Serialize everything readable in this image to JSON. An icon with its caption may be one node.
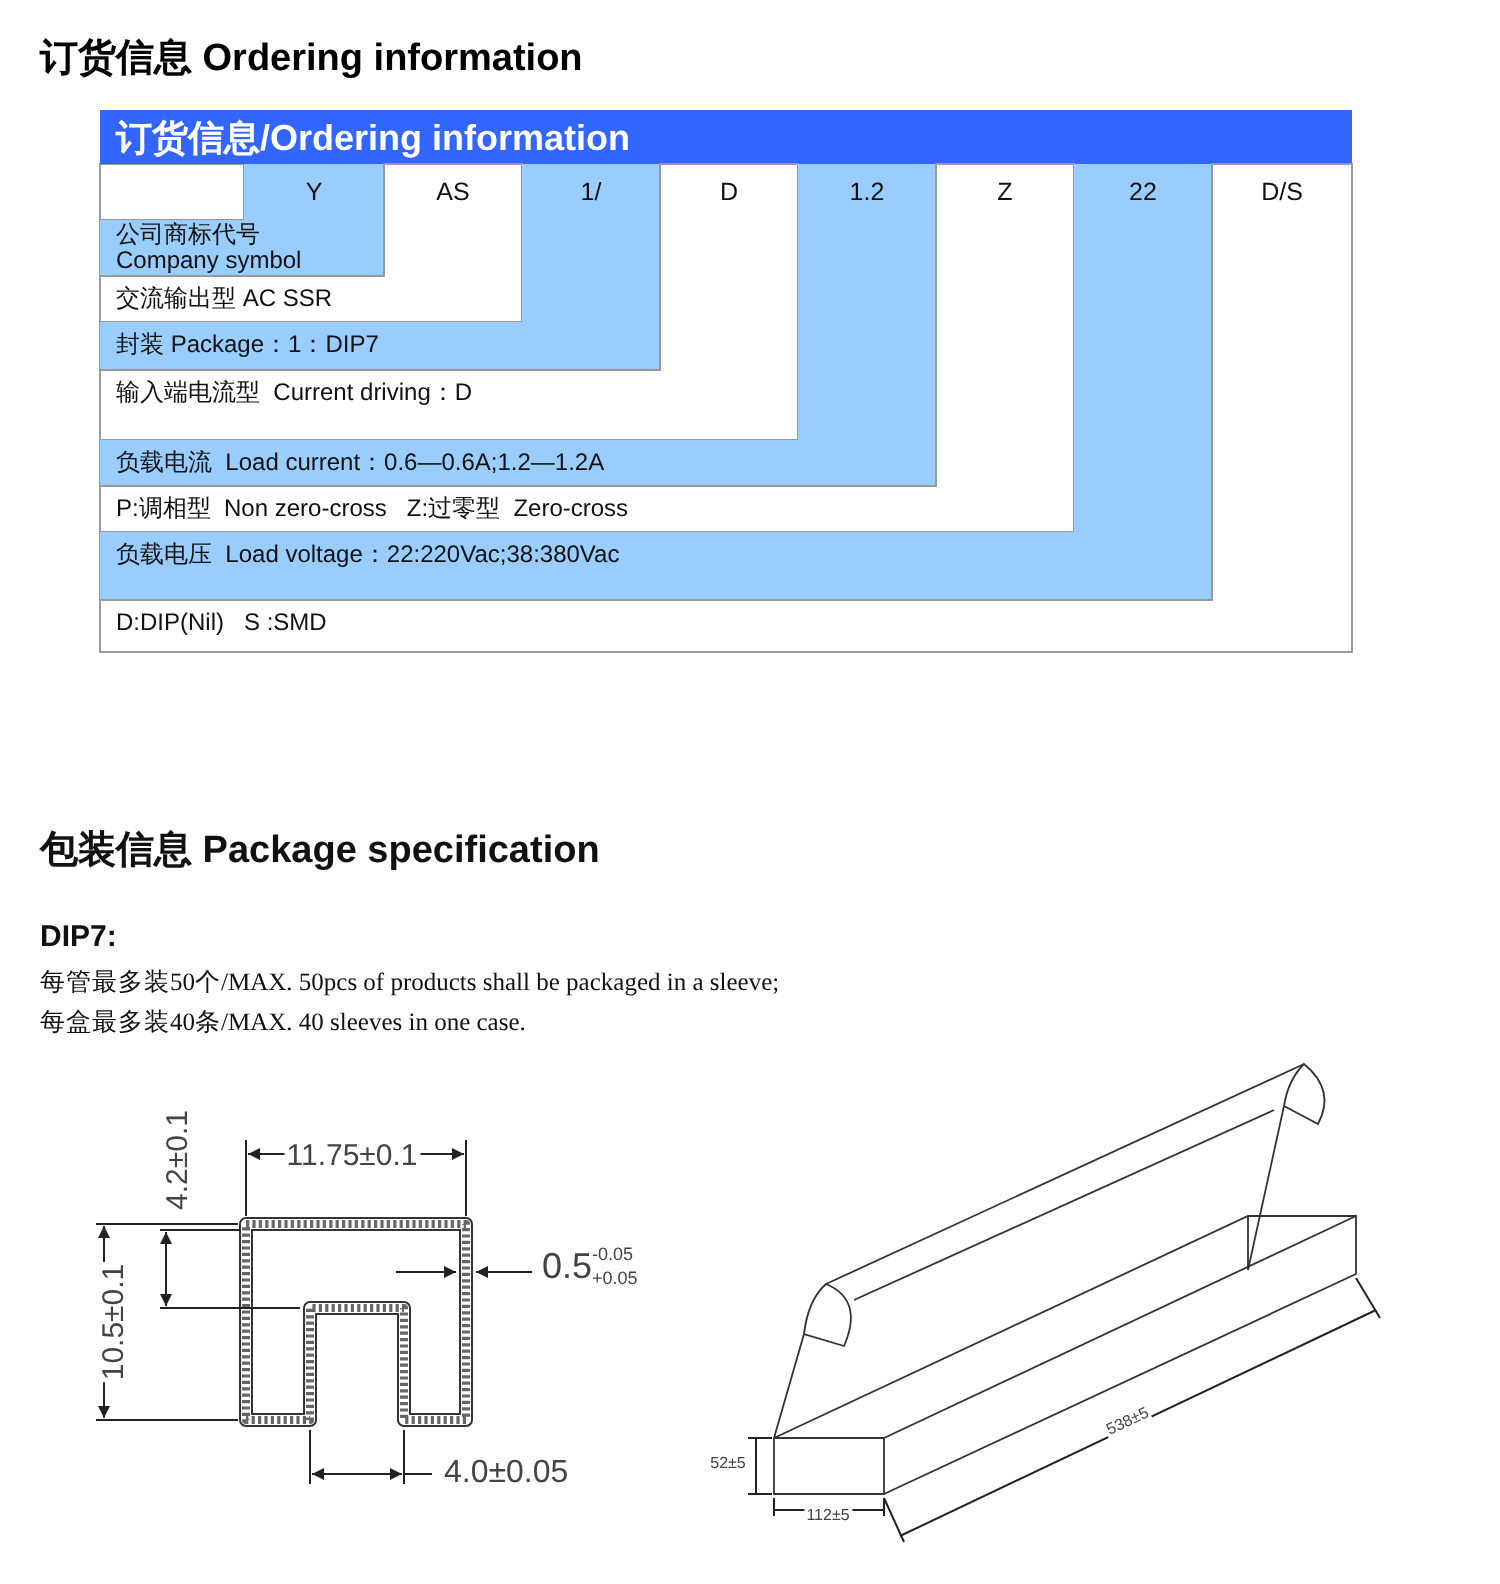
{
  "diagram": {
    "title": "订货信息 Ordering information",
    "nodes": [
      {
        "text": [
          "订货信息/Ordering information"
        ]
      },
      {
        "text": [
          "Y",
          "公司商标代号 Company symbol"
        ]
      },
      {
        "text": [
          "AS",
          "交流输出型 AC SSR"
        ]
      },
      {
        "text": [
          "1/",
          "封装 Package：1：DIP7"
        ]
      },
      {
        "text": [
          "D",
          "输入端电流型  Current driving：D"
        ]
      },
      {
        "text": [
          "1.2",
          "负载电流  Load current：0.6—0.6A;1.2—1.2A"
        ]
      },
      {
        "text": [
          "Z",
          "P:调相型  Non zero-cross   Z:过零型  Zero-cross"
        ]
      },
      {
        "text": [
          "22",
          "负载电压  Load voltage：22:220Vac;38:380Vac"
        ]
      },
      {
        "text": [
          "D/S",
          "D:DIP(Nil)   S :SMD"
        ]
      }
    ],
    "labels": [
      "包装信息 Package specification",
      "DIP7:",
      "每管最多装50个/MAX. 50pcs of products shall be packaged in a sleeve;",
      "每盒最多装40条/MAX. 40 sleeves in one case.",
      "11.75±0.1",
      "4.2±0.1",
      "10.5±0.1",
      "0.5",
      "-0.05",
      "+0.05",
      "4.0±0.05",
      "52±5",
      "112±5",
      "538±5"
    ]
  }
}
